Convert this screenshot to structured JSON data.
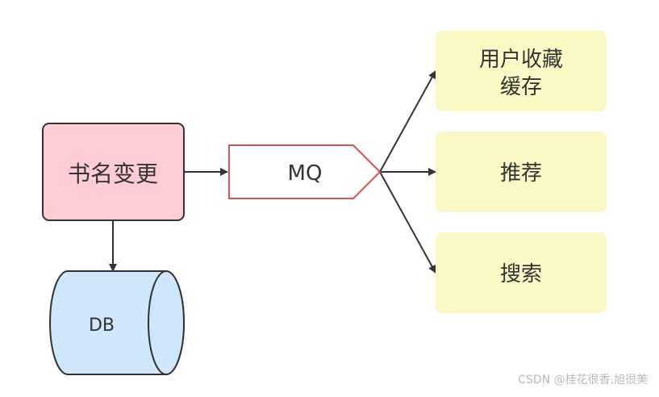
{
  "nodes": {
    "source": {
      "label": "书名变更",
      "fill": "#ffccd5",
      "stroke": "#333333"
    },
    "mq": {
      "label": "MQ",
      "fill": "#ffffff",
      "stroke": "#d9534f"
    },
    "db": {
      "label": "DB",
      "fill": "#cfe6fb",
      "stroke": "#333333"
    },
    "targets": [
      {
        "label_line1": "用户收藏",
        "label_line2": "缓存"
      },
      {
        "label_line1": "推荐"
      },
      {
        "label_line1": "搜索"
      }
    ],
    "target_fill": "#fcf8c6"
  },
  "edges": [
    {
      "from": "书名变更",
      "to": "MQ"
    },
    {
      "from": "书名变更",
      "to": "DB"
    },
    {
      "from": "MQ",
      "to": "用户收藏缓存"
    },
    {
      "from": "MQ",
      "to": "推荐"
    },
    {
      "from": "MQ",
      "to": "搜索"
    }
  ],
  "watermark": "CSDN @桂花很香,旭很美"
}
